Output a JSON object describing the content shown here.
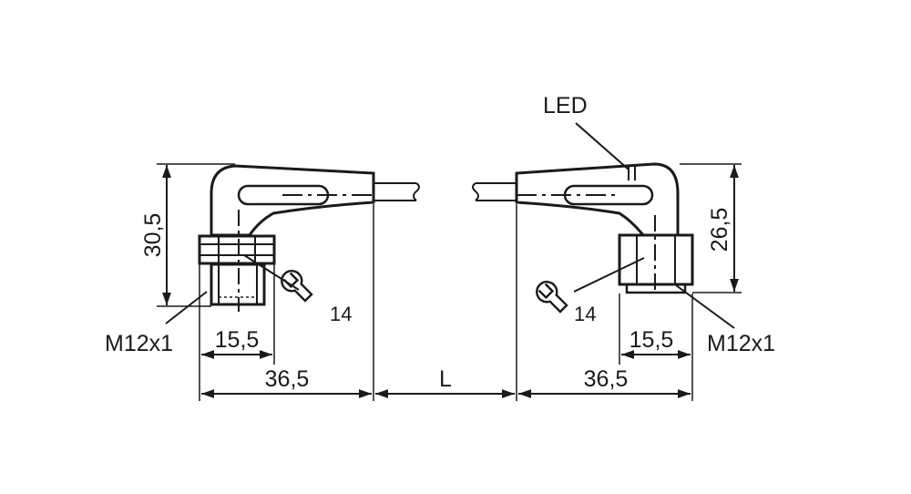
{
  "colors": {
    "line": "#1a1a1a",
    "background": "#ffffff"
  },
  "labels": {
    "led": "LED",
    "left_height": "30,5",
    "right_height": "26,5",
    "left_thread": "M12x1",
    "right_thread": "M12x1",
    "left_small_width": "15,5",
    "right_small_width": "15,5",
    "left_overall_width": "36,5",
    "right_overall_width": "36,5",
    "cable_length": "L",
    "left_wrench_size": "14",
    "right_wrench_size": "14"
  },
  "icons": {
    "wrench": "wrench-icon"
  }
}
